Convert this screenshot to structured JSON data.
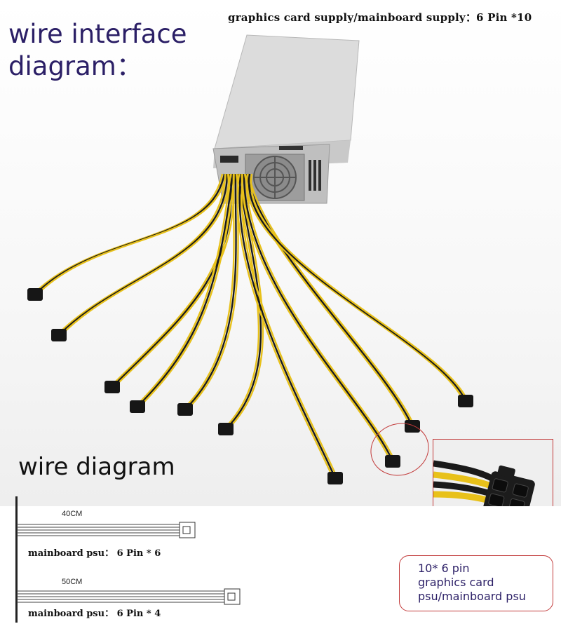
{
  "header": {
    "title_line1": "wire interface",
    "title_line2": "diagram：",
    "supply_label": "graphics card supply/mainboard supply：6 Pin *10"
  },
  "wire_section": {
    "title": "wire diagram",
    "cables": [
      {
        "length": "40CM",
        "label": "mainboard psu： 6 Pin * 6"
      },
      {
        "length": "50CM",
        "label": "mainboard psu： 6 Pin * 4"
      }
    ]
  },
  "note": {
    "line1": "10*  6 pin",
    "line2": "graphics card",
    "line3": "psu/mainboard psu"
  },
  "colors": {
    "accent_red": "#c23a3a",
    "title_navy": "#2b1f66",
    "wire_yellow": "#e8c11a",
    "wire_black": "#1a1a1a"
  }
}
